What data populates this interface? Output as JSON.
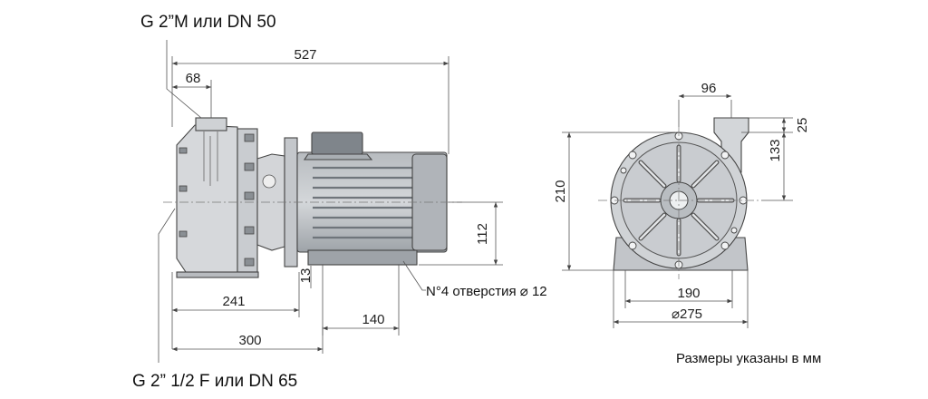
{
  "labels": {
    "inlet": "G 2”M или DN 50",
    "outlet": "G 2” 1/2 F или DN 65",
    "holes": "N°4 отверстия ⌀ 12",
    "units_note": "Размеры указаны в мм"
  },
  "dimensions": {
    "total_length": "527",
    "inlet_offset": "68",
    "length_241": "241",
    "length_300": "300",
    "foot_140": "140",
    "foot_13": "13",
    "shaft_height": "112",
    "front_96": "96",
    "front_25": "25",
    "front_133": "133",
    "front_210": "210",
    "front_190": "190",
    "front_275": "⌀275"
  },
  "colors": {
    "body_fill": "#c9ccd0",
    "motor_fill": "#a9aeb3",
    "motor_dark": "#7f858b",
    "line": "#444444"
  }
}
